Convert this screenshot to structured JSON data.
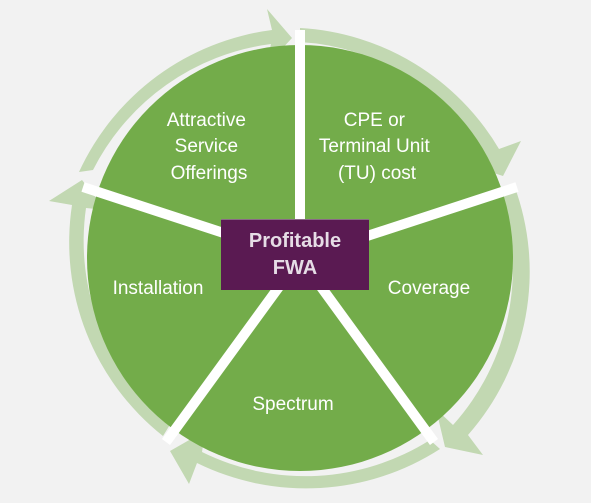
{
  "diagram": {
    "center": {
      "line1": "Profitable",
      "line2": "FWA"
    },
    "segments": [
      {
        "name": "cpe",
        "lines": [
          "CPE or",
          "Terminal Unit",
          "(TU) cost"
        ]
      },
      {
        "name": "coverage",
        "lines": [
          "Coverage"
        ]
      },
      {
        "name": "spectrum",
        "lines": [
          "Spectrum"
        ]
      },
      {
        "name": "installation",
        "lines": [
          "Installation"
        ]
      },
      {
        "name": "attractive",
        "lines": [
          "Attractive",
          "Service",
          "Offerings"
        ]
      }
    ],
    "colors": {
      "segment_fill": "#73ac4a",
      "arrow_fill": "#c2d8b2",
      "divider": "#ffffff",
      "center_fill": "#5a1a52",
      "center_text": "#e6dde6",
      "background": "#f2f2f2"
    }
  }
}
